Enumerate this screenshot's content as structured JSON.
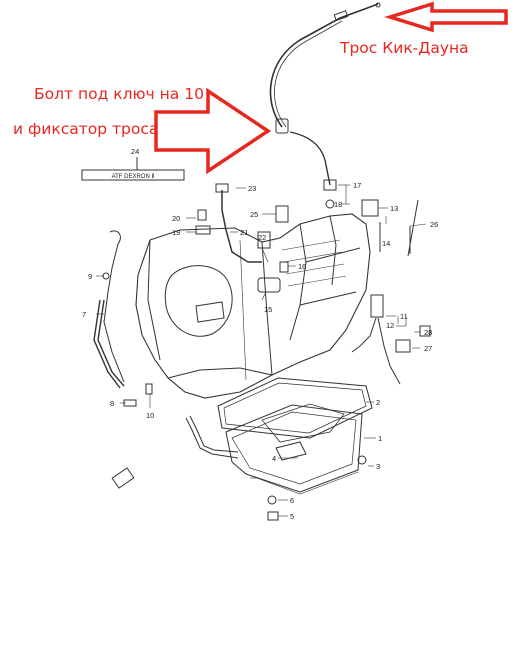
{
  "annotations": {
    "kickdown_cable": "Трос Кик-Дауна",
    "bolt_line1": "Болт под ключ на 10",
    "bolt_line2": "и фиксатор троса",
    "color": "#e8271f"
  },
  "diagram": {
    "label_plate_text": "ATF DEXRON Ⅱ",
    "label_plate_number": "24",
    "part_numbers": {
      "p1": "1",
      "p2": "2",
      "p3": "3",
      "p4": "4",
      "p5": "5",
      "p6": "6",
      "p7": "7",
      "p8": "8",
      "p9": "9",
      "p10": "10",
      "p11": "11",
      "p12": "12",
      "p13": "13",
      "p14": "14",
      "p15": "15",
      "p16": "16",
      "p17": "17",
      "p18": "18",
      "p19": "19",
      "p20": "20",
      "p21": "21",
      "p22": "22",
      "p23": "23",
      "p25": "25",
      "p26": "26",
      "p27": "27",
      "p28": "28"
    }
  }
}
